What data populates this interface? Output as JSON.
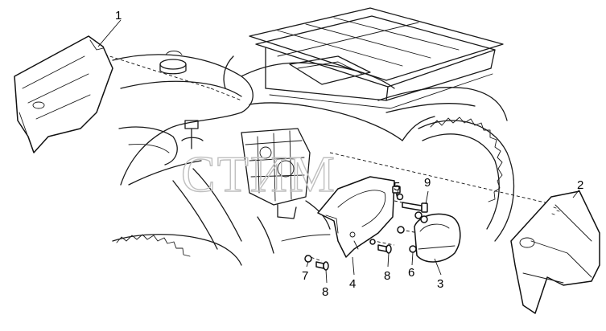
{
  "watermark": "СТИМ",
  "callouts": [
    {
      "id": "callout-1",
      "text": "1"
    },
    {
      "id": "callout-2",
      "text": "2"
    },
    {
      "id": "callout-3",
      "text": "3"
    },
    {
      "id": "callout-4",
      "text": "4"
    },
    {
      "id": "callout-5",
      "text": "5"
    },
    {
      "id": "callout-6",
      "text": "6"
    },
    {
      "id": "callout-7",
      "text": "7"
    },
    {
      "id": "callout-8a",
      "text": "8"
    },
    {
      "id": "callout-8b",
      "text": "8"
    },
    {
      "id": "callout-9",
      "text": "9"
    }
  ],
  "colors": {
    "line": "#1a1a1a",
    "watermark": "#bfbfbf",
    "background": "#ffffff"
  }
}
